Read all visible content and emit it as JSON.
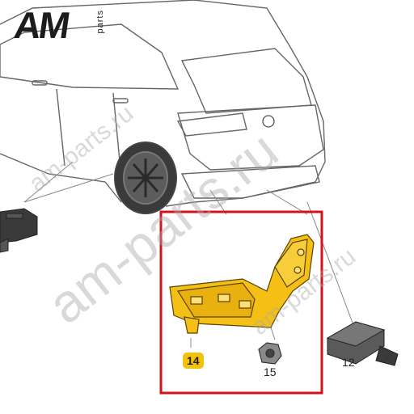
{
  "logo": {
    "main": "AM",
    "sub": "parts"
  },
  "watermarks": [
    {
      "text": "am-parts.ru"
    },
    {
      "text": "am-parts.ru"
    },
    {
      "text": "am-parts.ru"
    }
  ],
  "callouts": [
    {
      "number": "14",
      "highlighted": true
    },
    {
      "number": "15",
      "highlighted": false
    },
    {
      "number": "12",
      "highlighted": false
    }
  ],
  "colors": {
    "highlight_frame": "#d4121e",
    "part_fill": "#f5c016",
    "callout_highlight": "#f2c20a",
    "line": "#555555"
  }
}
